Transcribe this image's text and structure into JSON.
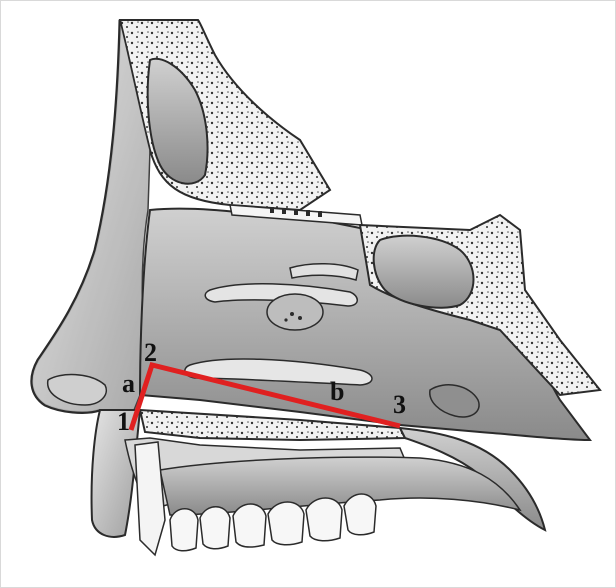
{
  "figure": {
    "type": "anatomical illustration",
    "labels": {
      "p1": "1",
      "p2": "2",
      "p3": "3",
      "seg_a": "a",
      "seg_b": "b"
    },
    "colors": {
      "measurement_line": "#e02020",
      "bone": "#efefef",
      "tissue": "#bdbdbd",
      "cavity": "#d6d6d6",
      "outline": "#2b2b2b"
    }
  }
}
